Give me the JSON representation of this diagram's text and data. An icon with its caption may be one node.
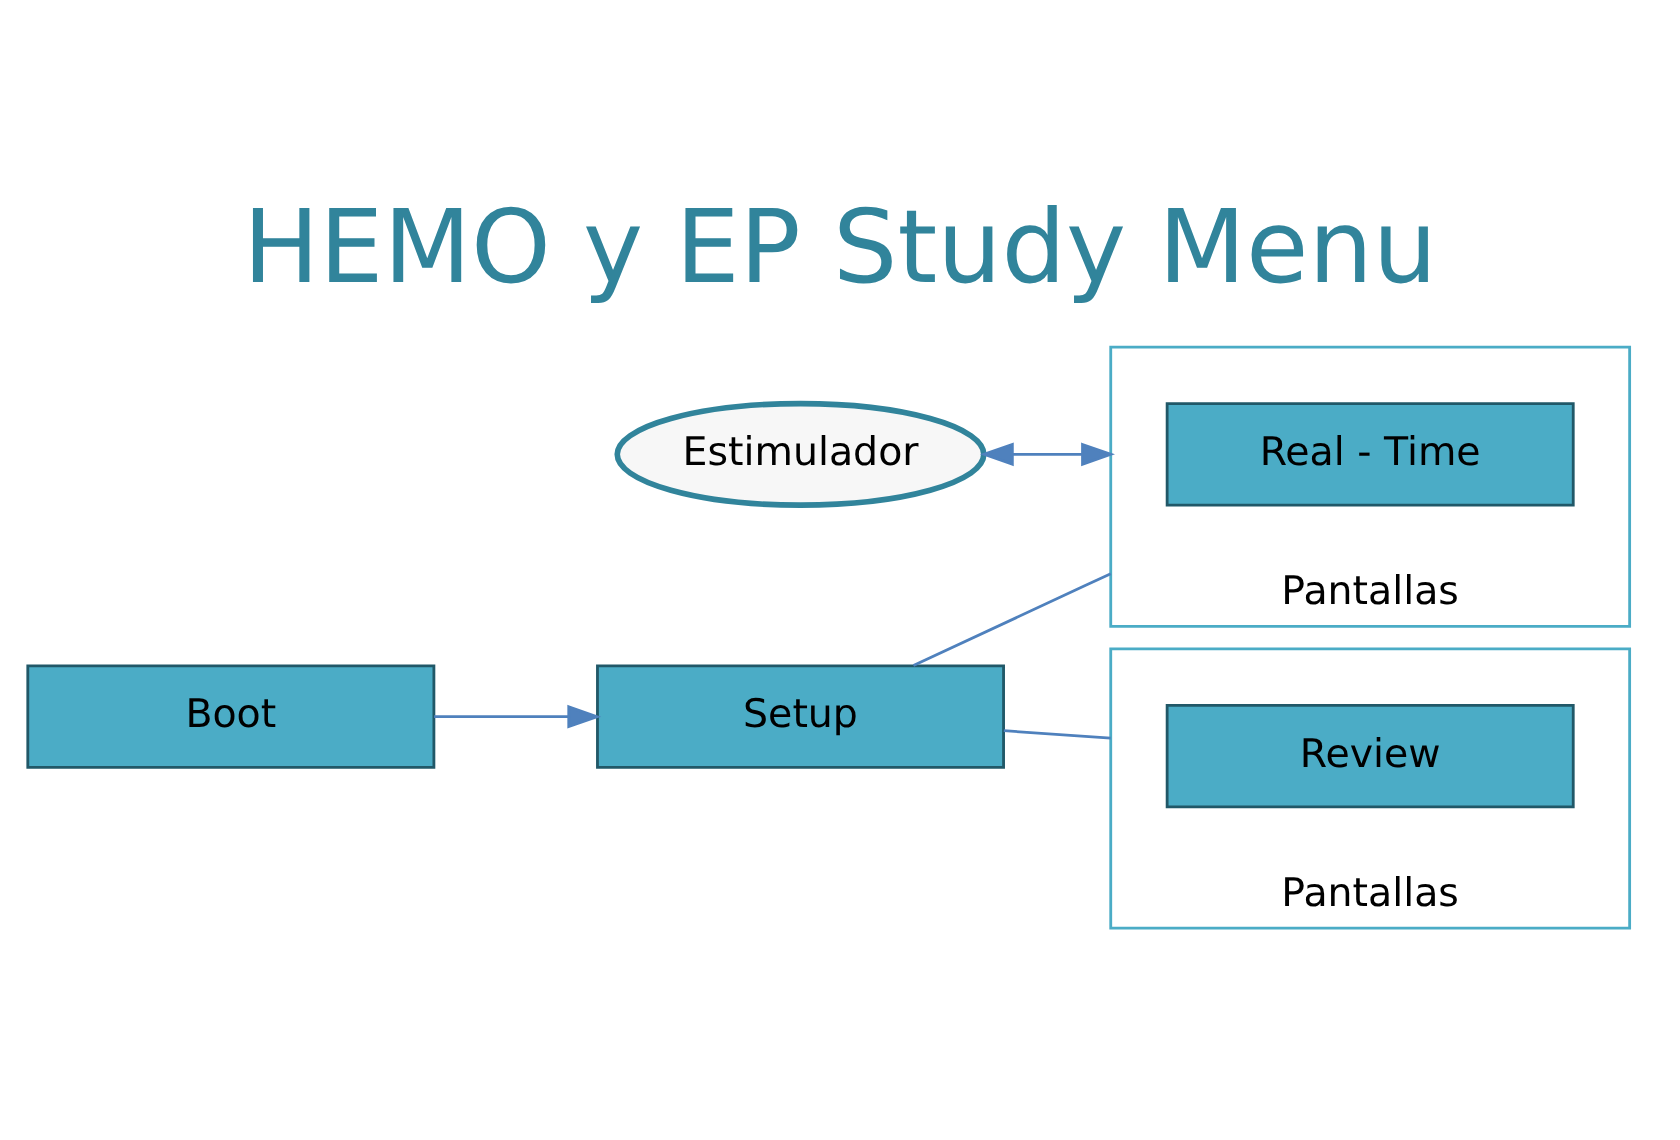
{
  "diagram": {
    "title": "HEMO y EP Study Menu",
    "nodes": [
      {
        "text": [
          "Estimulador"
        ]
      },
      {
        "text": [
          "Boot"
        ]
      },
      {
        "text": [
          "Setup"
        ]
      },
      {
        "text": [
          "Pantallas"
        ]
      },
      {
        "text": [
          "Real - Time"
        ],
        "in": 3
      },
      {
        "text": [
          "Pantallas"
        ]
      },
      {
        "text": [
          "Review"
        ],
        "in": 5
      }
    ],
    "edges": [
      {
        "from": 1,
        "to": 2,
        "arrow": "to"
      },
      {
        "from": 0,
        "to": 3,
        "arrow": "both"
      },
      {
        "from": 2,
        "to": 3,
        "arrow": "none"
      },
      {
        "from": 2,
        "to": 5,
        "arrow": "none"
      }
    ]
  }
}
